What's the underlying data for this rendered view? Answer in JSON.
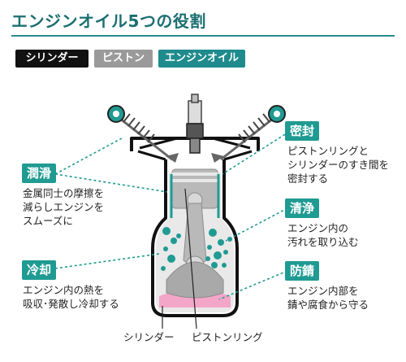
{
  "title": "エンジンオイル5つの役割",
  "legend": {
    "cylinder": "シリンダー",
    "piston": "ピストン",
    "engine_oil": "エンジンオイル"
  },
  "roles": {
    "sealing": {
      "label": "密封",
      "desc": "ピストンリングと\nシリンダーのすき間を\n密封する"
    },
    "lubrication": {
      "label": "潤滑",
      "desc": "金属同士の摩擦を\n減らしエンジンを\nスムーズに"
    },
    "cleaning": {
      "label": "清浄",
      "desc": "エンジン内の\n汚れを取り込む"
    },
    "cooling": {
      "label": "冷却",
      "desc": "エンジン内の熱を\n吸収･発散し冷却する"
    },
    "rust_prevention": {
      "label": "防錆",
      "desc": "エンジン内部を\n錆や腐食から守る"
    }
  },
  "bottom_labels": {
    "cylinder": "シリンダー",
    "piston_ring": "ピストンリング"
  },
  "colors": {
    "title": "#1b6f73",
    "badge": "#1f9b92",
    "oil": "#1f9b92",
    "cylinder": "#111111",
    "piston": "#a8a8a8",
    "sludge": "#f4a6c8"
  }
}
